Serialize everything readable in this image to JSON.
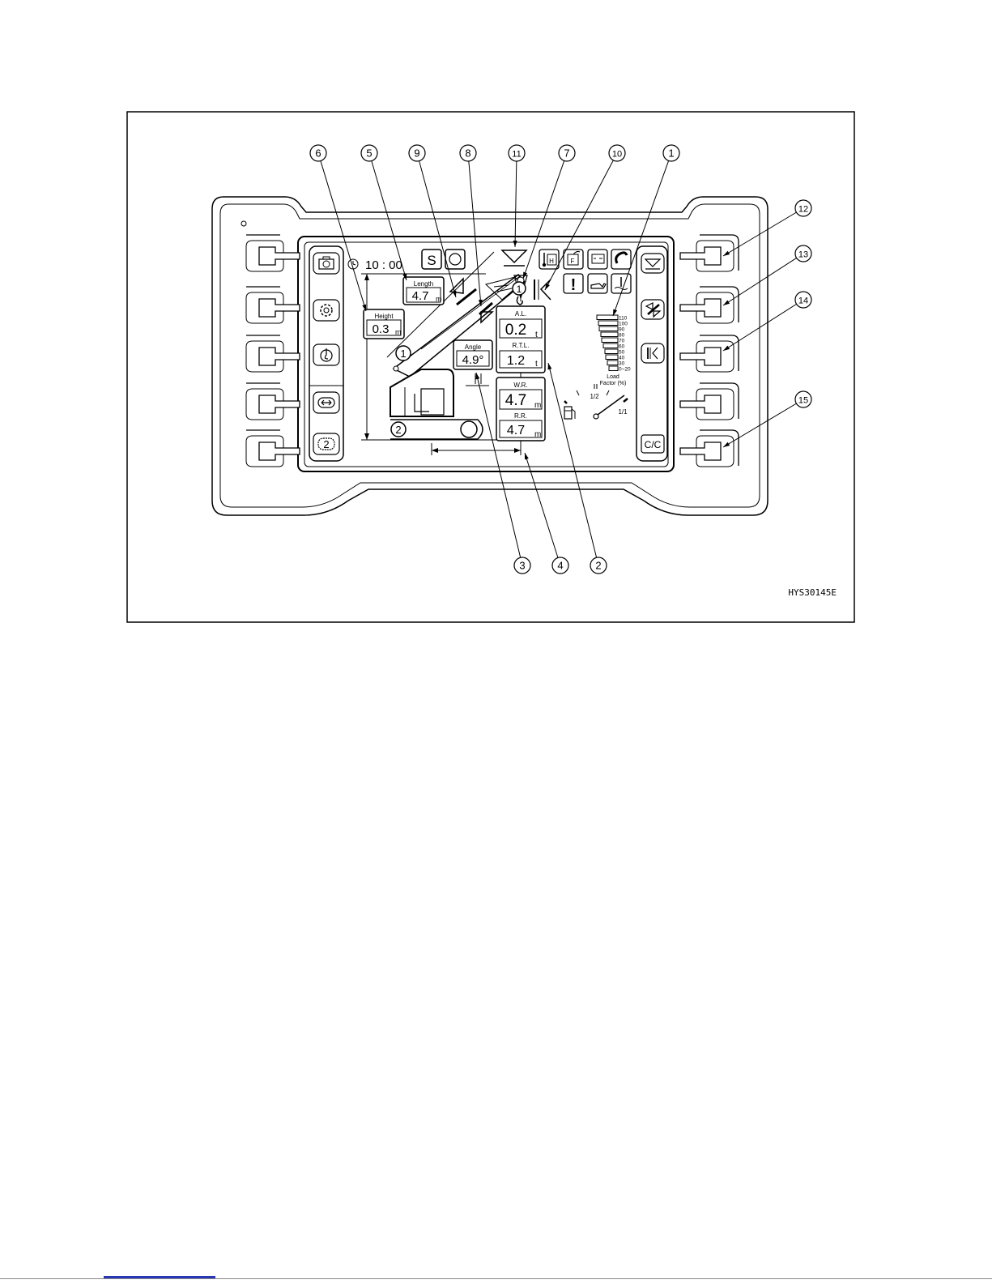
{
  "figure_id": "HYS30145E",
  "screen": {
    "clock": "10 : 00",
    "length": {
      "label": "Length",
      "value": "4.7",
      "unit": "m"
    },
    "height": {
      "label": "Height",
      "value": "0.3",
      "unit": "m"
    },
    "angle": {
      "label": "Angle",
      "value": "4.9°"
    },
    "actual_load": {
      "label": "A.L.",
      "value": "0.2",
      "unit": "t"
    },
    "rated_total_load": {
      "label": "R.T.L.",
      "value": "1.2",
      "unit": "t"
    },
    "working_radius": {
      "label": "W.R.",
      "value": "4.7",
      "unit": "m"
    },
    "rear_radius": {
      "label": "R.R.",
      "value": "4.7",
      "unit": "m"
    },
    "mode_badge": "S",
    "boom_marker": "1",
    "crane_marker_1": "1",
    "crane_marker_2": "2",
    "cc_button": "C/C",
    "load_factor": {
      "scale": [
        "110",
        "100",
        "90",
        "80",
        "70",
        "60",
        "50",
        "40",
        "30",
        "0~20"
      ],
      "label_1": "Load",
      "label_2": "Factor (%)"
    },
    "fuel_gauge": {
      "half": "1/2",
      "full": "1/1"
    }
  },
  "left_buttons": [
    {
      "icon": "camera-icon"
    },
    {
      "icon": "gear-icon"
    },
    {
      "icon": "hook-icon"
    },
    {
      "icon": "swap-icon"
    },
    {
      "icon": "number-2-icon",
      "text": "2"
    }
  ],
  "right_buttons": [
    {
      "icon": "hook-stow-icon"
    },
    {
      "icon": "boom-angle-icon"
    },
    {
      "icon": "hook-limit-icon"
    },
    {
      "icon": "blank-icon"
    },
    {
      "icon": "cc-icon"
    }
  ],
  "callouts": [
    "1",
    "2",
    "3",
    "4",
    "5",
    "6",
    "7",
    "8",
    "9",
    "10",
    "11",
    "12",
    "13",
    "14",
    "15"
  ]
}
